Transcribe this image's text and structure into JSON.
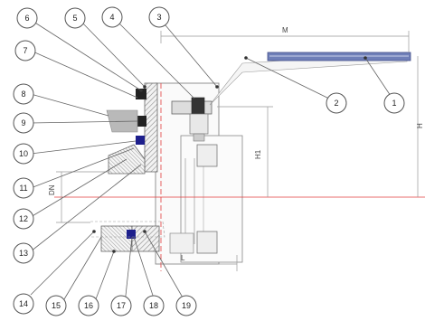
{
  "callouts": [
    {
      "label": "6"
    },
    {
      "label": "5"
    },
    {
      "label": "4"
    },
    {
      "label": "3"
    },
    {
      "label": "7"
    },
    {
      "label": "8"
    },
    {
      "label": "9"
    },
    {
      "label": "10"
    },
    {
      "label": "11"
    },
    {
      "label": "12"
    },
    {
      "label": "13"
    },
    {
      "label": "2"
    },
    {
      "label": "1"
    },
    {
      "label": "14"
    },
    {
      "label": "15"
    },
    {
      "label": "16"
    },
    {
      "label": "17"
    },
    {
      "label": "18"
    },
    {
      "label": "19"
    }
  ],
  "dimensions": {
    "M": "M",
    "H1": "H1",
    "H": "H",
    "DN": "DN",
    "L": "L"
  },
  "colors": {
    "centerline": "#e23b3b",
    "handle": "#6f7fb8",
    "seat": "#1d1f8c",
    "hatch": "#8a8a8a"
  }
}
